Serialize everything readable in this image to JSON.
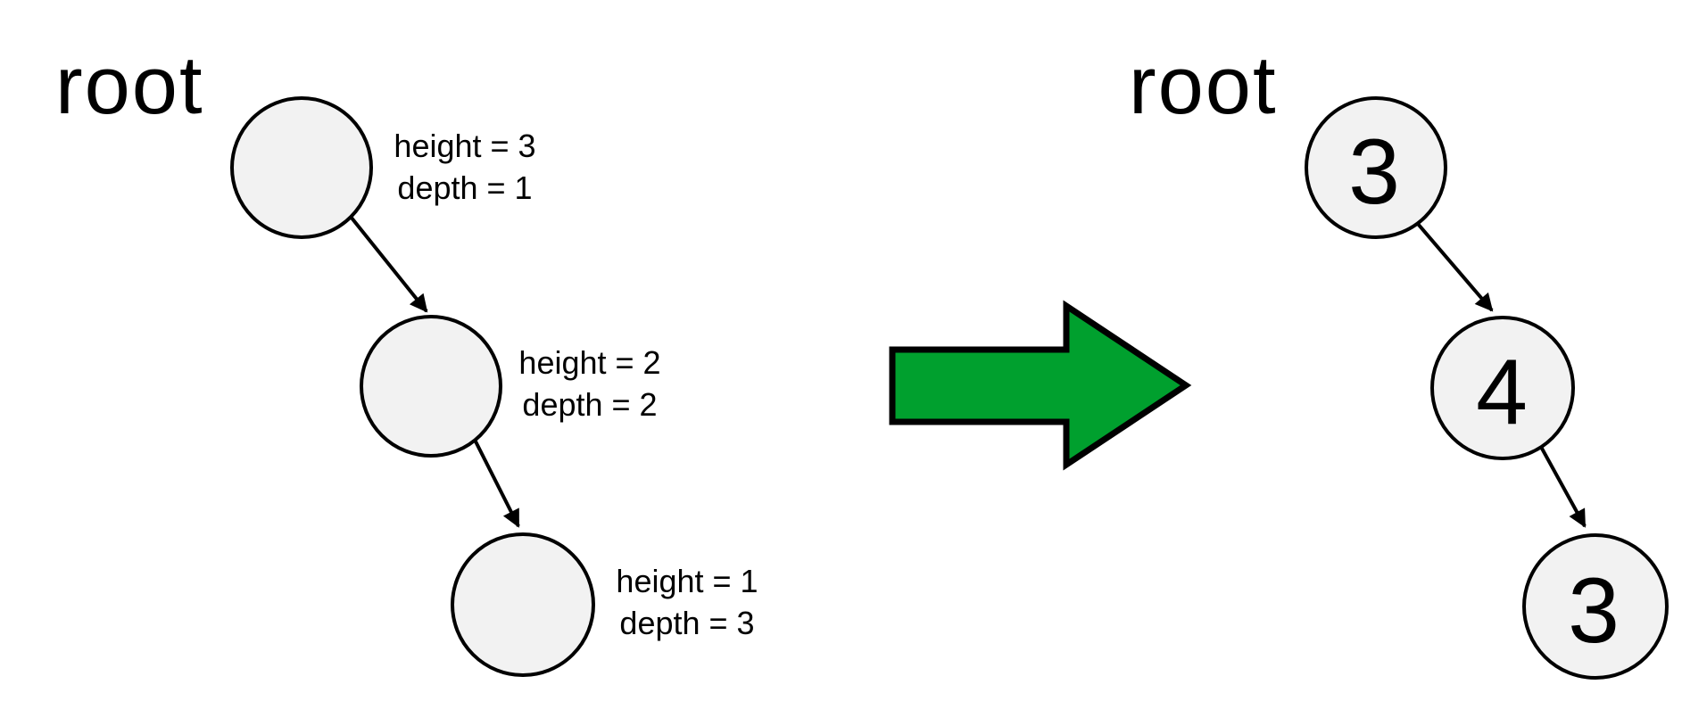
{
  "left_tree": {
    "root_label": "root",
    "nodes": [
      {
        "annotation": {
          "line1": "height = 3",
          "line2": "depth = 1"
        }
      },
      {
        "annotation": {
          "line1": "height = 2",
          "line2": "depth = 2"
        }
      },
      {
        "annotation": {
          "line1": "height = 1",
          "line2": "depth = 3"
        }
      }
    ]
  },
  "right_tree": {
    "root_label": "root",
    "nodes": [
      {
        "value": "3"
      },
      {
        "value": "4"
      },
      {
        "value": "3"
      }
    ]
  },
  "colors": {
    "node_fill": "#f2f2f2",
    "arrow_green": "#00a02e"
  }
}
